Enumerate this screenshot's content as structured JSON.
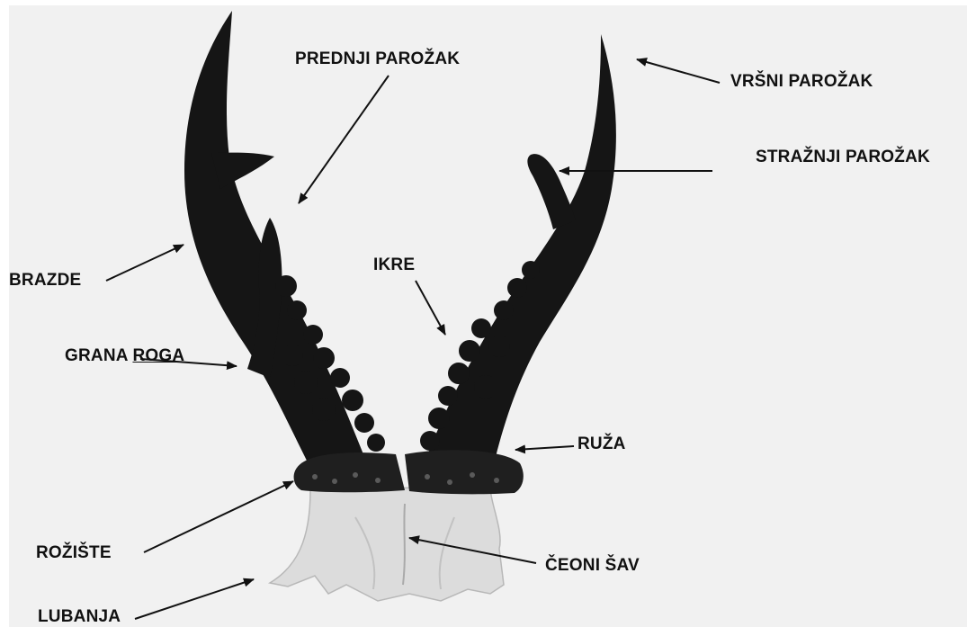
{
  "labels": {
    "prednji": "PREDNJI PAROŽAK",
    "vrsni": "VRŠNI PAROŽAK",
    "straznji": "STRAŽNJI PAROŽAK",
    "brazde": "BRAZDE",
    "ikre": "IKRE",
    "grana_a": "GRANA",
    "grana_b": "ROGA",
    "ruza": "RUŽA",
    "rooziste": "ROŽIŠTE",
    "ceoni": "ČEONI ŠAV",
    "lubanja": "LUBANJA"
  },
  "colors": {
    "background": "#f1f1f1",
    "antler": "#151515",
    "skull": "#dcdcdc",
    "label": "#111111"
  }
}
